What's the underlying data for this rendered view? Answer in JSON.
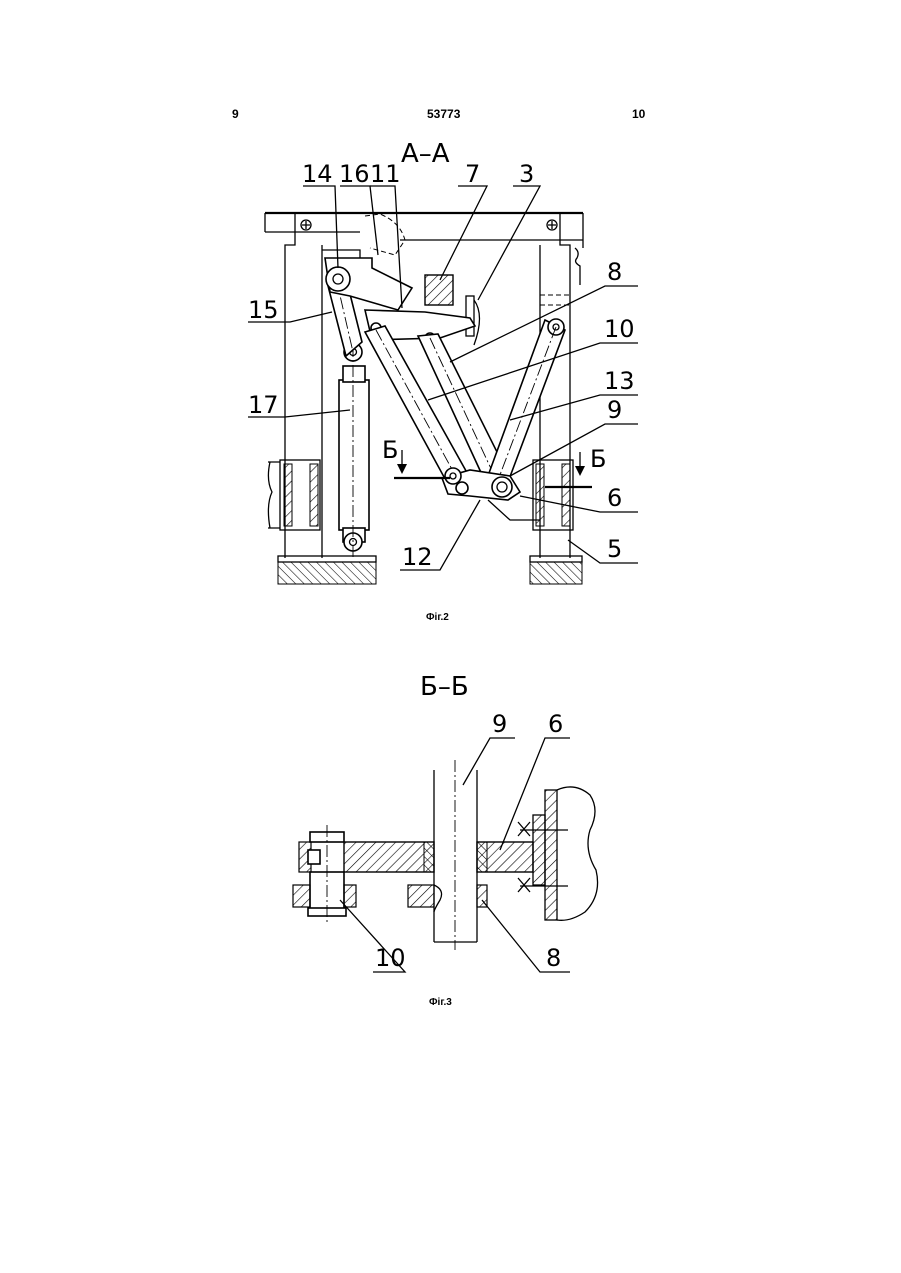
{
  "header": {
    "page_left": "9",
    "patent_number": "53773",
    "page_right": "10"
  },
  "figure2": {
    "section_title": "А–А",
    "section_marker": "Б",
    "caption": "Фіг.2",
    "labels": [
      "14",
      "16",
      "11",
      "7",
      "3",
      "8",
      "10",
      "13",
      "9",
      "15",
      "17",
      "6",
      "5",
      "12"
    ]
  },
  "figure3": {
    "section_title": "Б–Б",
    "caption": "Фіг.3",
    "labels": [
      "9",
      "6",
      "10",
      "8"
    ]
  }
}
